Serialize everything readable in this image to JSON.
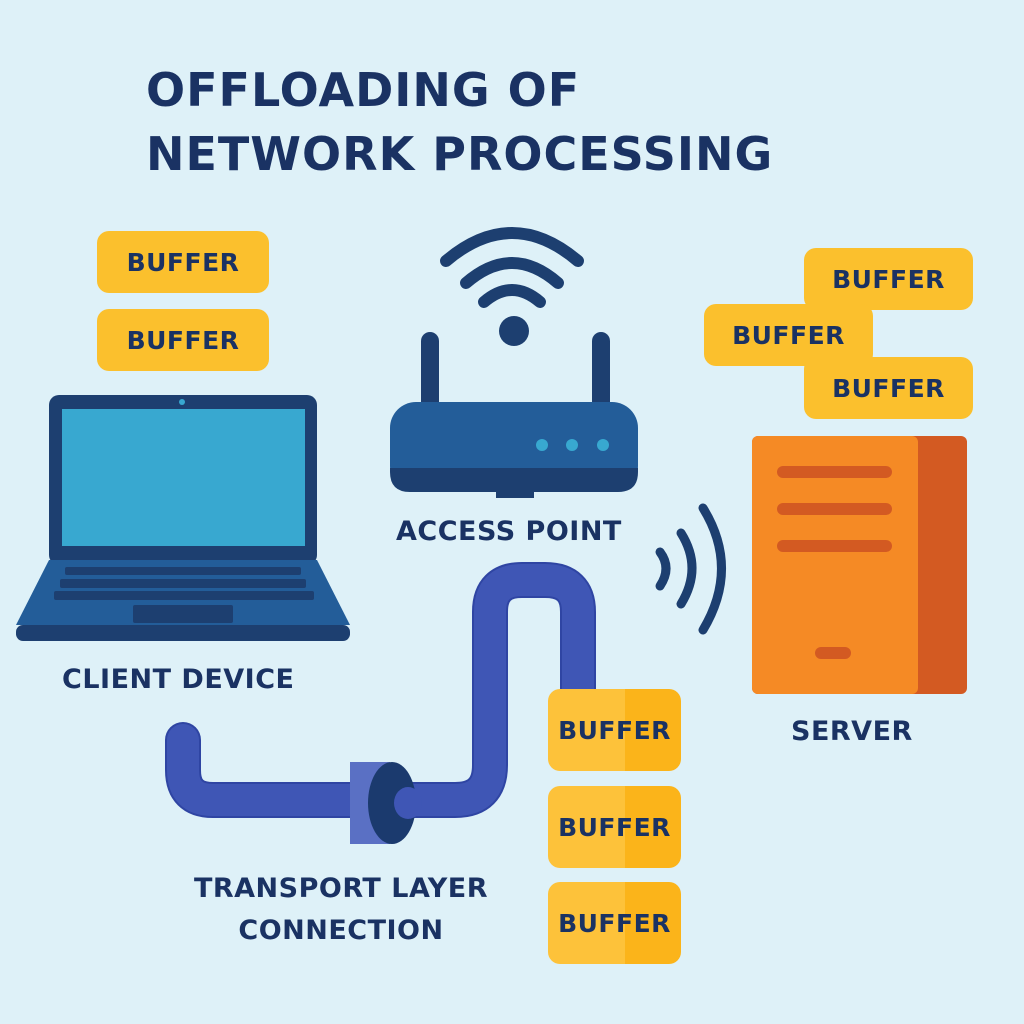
{
  "title": {
    "line1": "OFFLOADING OF",
    "line2": "NETWORK PROCESSING"
  },
  "nodes": {
    "client": {
      "label": "CLIENT DEVICE",
      "icon": "laptop-icon"
    },
    "access_point": {
      "label": "ACCESS POINT",
      "icon": "router-icon"
    },
    "server": {
      "label": "SERVER",
      "icon": "server-icon"
    },
    "transport": {
      "line1": "TRANSPORT LAYER",
      "line2": "CONNECTION",
      "icon": "pipe-icon"
    }
  },
  "buffers": {
    "client": [
      "BUFFER",
      "BUFFER"
    ],
    "server": [
      "BUFFER",
      "BUFFER",
      "BUFFER"
    ],
    "transport": [
      "BUFFER",
      "BUFFER",
      "BUFFER"
    ]
  },
  "colors": {
    "background": "#def1f8",
    "text": "#1a3263",
    "buffer": "#fbc02d",
    "device_blue": "#1f5a96",
    "screen": "#38a8d0",
    "server_orange": "#f58a25",
    "pipe": "#3f56b5"
  }
}
